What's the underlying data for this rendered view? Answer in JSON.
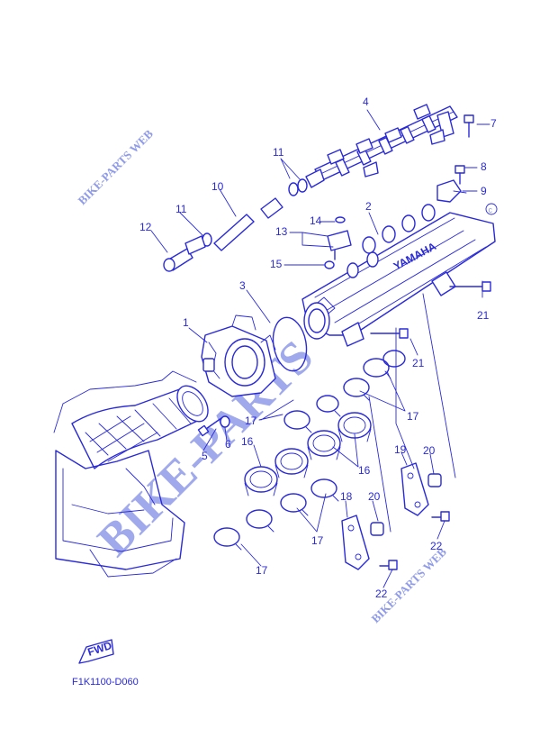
{
  "callouts": [
    "1",
    "2",
    "3",
    "4",
    "5",
    "6",
    "7",
    "8",
    "9",
    "10",
    "11",
    "12",
    "13",
    "14",
    "15",
    "16",
    "17",
    "18",
    "19",
    "20",
    "21",
    "22"
  ],
  "watermark": {
    "big": "BIKE-PARTS",
    "small": "BIKE-PARTS WEB"
  },
  "embossed_brand": "YAMAHA",
  "direction_label": "FWD",
  "diagram_code": "F1K1100-D060"
}
